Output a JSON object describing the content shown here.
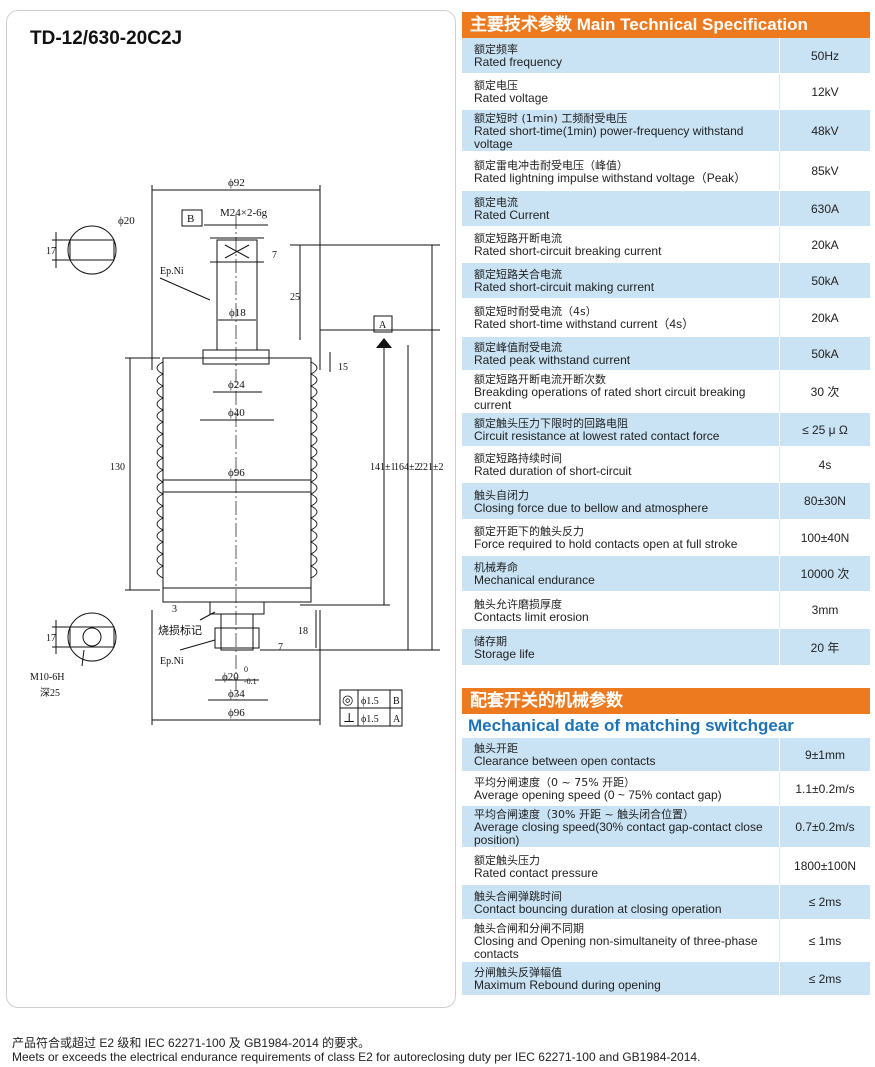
{
  "model": "TD-12/630-20C2J",
  "drawing": {
    "phi92": "ϕ92",
    "phi20": "ϕ20",
    "dim17_top": "17",
    "box_b": "B",
    "thread": "M24×2-6g",
    "epni_top": "Ep.Ni",
    "dim7_top": "7",
    "dim25": "25",
    "phi18": "ϕ18",
    "box_a": "A",
    "dim15": "15",
    "phi24": "ϕ24",
    "phi40": "ϕ40",
    "dim130": "130",
    "dim141": "141±1",
    "dim164": "164±2",
    "dim221": "221±2",
    "phi96_mid": "ϕ96",
    "dim17_bot": "17",
    "m10": "M10-6H",
    "depth25": "深25",
    "dim3": "3",
    "burn_mark": "烧损标记",
    "epni_bot": "Ep.Ni",
    "dim18": "18",
    "dim7_bot": "7",
    "phi20_tol_main": "ϕ20",
    "phi20_tol_up": "0",
    "phi20_tol_low": "-0.1",
    "phi34": "ϕ34",
    "phi96_bot": "ϕ96",
    "tol1_symbol": "◎",
    "tol1_val": "ϕ1.5",
    "tol1_ref": "B",
    "tol2_symbol": "⊥",
    "tol2_val": "ϕ1.5",
    "tol2_ref": "A"
  },
  "main_spec": {
    "title": "主要技术参数 Main Technical Specification",
    "rows": [
      {
        "cn": "额定频率",
        "en": "Rated frequency",
        "value": "50Hz"
      },
      {
        "cn": "额定电压",
        "en": "Rated voltage",
        "value": "12kV"
      },
      {
        "cn": "额定短时 (1min) 工频耐受电压",
        "en": "Rated short-time(1min) power-frequency withstand voltage",
        "value": "48kV"
      },
      {
        "cn": "额定雷电冲击耐受电压（峰值）",
        "en": "Rated lightning impulse withstand voltage（Peak）",
        "value": "85kV"
      },
      {
        "cn": "额定电流",
        "en": "Rated Current",
        "value": "630A"
      },
      {
        "cn": "额定短路开断电流",
        "en": "Rated short-circuit breaking current",
        "value": "20kA"
      },
      {
        "cn": "额定短路关合电流",
        "en": "Rated short-circuit making current",
        "value": "50kA"
      },
      {
        "cn": "额定短时耐受电流（4s）",
        "en": "Rated short-time withstand current（4s）",
        "value": "20kA"
      },
      {
        "cn": "额定峰值耐受电流",
        "en": "Rated peak withstand current",
        "value": "50kA"
      },
      {
        "cn": "额定短路开断电流开断次数",
        "en": "Breakding operations of rated short circuit breaking current",
        "value": "30 次"
      },
      {
        "cn": "额定触头压力下限时的回路电阻",
        "en": "Circuit resistance at lowest rated contact force",
        "value": "≤ 25 μ Ω"
      },
      {
        "cn": "额定短路持续时间",
        "en": "Rated duration of short-circuit",
        "value": "4s"
      },
      {
        "cn": "触头自闭力",
        "en": "Closing force due to bellow and atmosphere",
        "value": "80±30N"
      },
      {
        "cn": "额定开距下的触头反力",
        "en": "Force required to hold contacts open at full stroke",
        "value": "100±40N"
      },
      {
        "cn": "机械寿命",
        "en": "Mechanical endurance",
        "value": "10000 次"
      },
      {
        "cn": "触头允许磨损厚度",
        "en": "Contacts limit erosion",
        "value": "3mm"
      },
      {
        "cn": "储存期",
        "en": "Storage life",
        "value": "20 年"
      }
    ]
  },
  "mech_spec": {
    "title_cn": "配套开关的机械参数",
    "title_en": "Mechanical date of matching switchgear",
    "rows": [
      {
        "cn": "触头开距",
        "en": "Clearance between open contacts",
        "value": "9±1mm"
      },
      {
        "cn": "平均分闸速度（0 ~ 75% 开距）",
        "en": "Average opening speed (0 ~ 75% contact gap)",
        "value": "1.1±0.2m/s"
      },
      {
        "cn": "平均合闸速度（30% 开距 ~ 触头闭合位置）",
        "en": "Average closing speed(30% contact gap-contact close position)",
        "value": "0.7±0.2m/s"
      },
      {
        "cn": "额定触头压力",
        "en": "Rated contact pressure",
        "value": "1800±100N"
      },
      {
        "cn": "触头合闸弹跳时间",
        "en": "Contact bouncing duration at closing operation",
        "value": "≤ 2ms"
      },
      {
        "cn": "触头合闸和分闸不同期",
        "en": "Closing and Opening non-simultaneity of three-phase contacts",
        "value": "≤ 1ms"
      },
      {
        "cn": "分闸触头反弹幅值",
        "en": "Maximum Rebound during opening",
        "value": "≤ 2ms"
      }
    ]
  },
  "footer": {
    "cn": "产品符合或超过 E2 级和 IEC 62271-100 及 GB1984-2014 的要求。",
    "en": "Meets or exceeds the electrical endurance requirements of class E2 for autoreclosing duty per IEC 62271-100 and GB1984-2014."
  }
}
